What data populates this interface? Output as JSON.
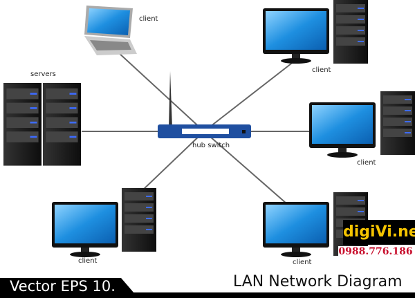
{
  "labels": {
    "laptop": "client",
    "top_right": "client",
    "right": "client",
    "bottom_right": "client",
    "bottom_left": "client",
    "servers": "servers",
    "hub": "hub switch"
  },
  "title": "LAN Network Diagram",
  "badge": "Vector EPS 10.",
  "watermark": {
    "logo": "digiVi.net",
    "phone": "0988.776.186"
  },
  "colors": {
    "screen": "#1e8fe0",
    "hub": "#1f4fa0",
    "tower": "#1a1a1a",
    "led": "#3d6bff"
  }
}
